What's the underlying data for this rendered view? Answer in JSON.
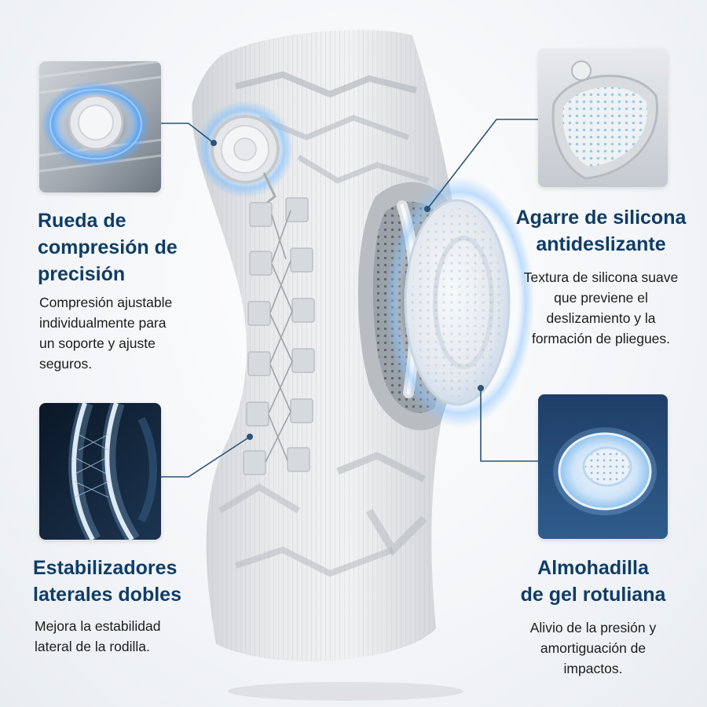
{
  "features": {
    "dial": {
      "title_l1": "Rueda de",
      "title_l2": "compresión de",
      "title_l3": "precisión",
      "desc_l1": "Compresión ajustable",
      "desc_l2": "individualmente para",
      "desc_l3": "un soporte y ajuste",
      "desc_l4": "seguros."
    },
    "silicone": {
      "title_l1": "Agarre de silicona",
      "title_l2": "antideslizante",
      "desc_l1": "Textura de silicona suave",
      "desc_l2": "que previene el",
      "desc_l3": "deslizamiento y la",
      "desc_l4": "formación de pliegues."
    },
    "stabilizers": {
      "title_l1": "Estabilizadores",
      "title_l2": "laterales dobles",
      "desc_l1": "Mejora la estabilidad",
      "desc_l2": "lateral de la rodilla."
    },
    "gel_pad": {
      "title_l1": "Almohadilla",
      "title_l2": "de gel rotuliana",
      "desc_l1": "Alivio de la presión y",
      "desc_l2": "amortiguación de",
      "desc_l3": "impactos."
    }
  },
  "colors": {
    "title": "#0f3d66",
    "text": "#1c1c1c",
    "connector": "#2a5478",
    "glow": "#6fb8ff"
  }
}
